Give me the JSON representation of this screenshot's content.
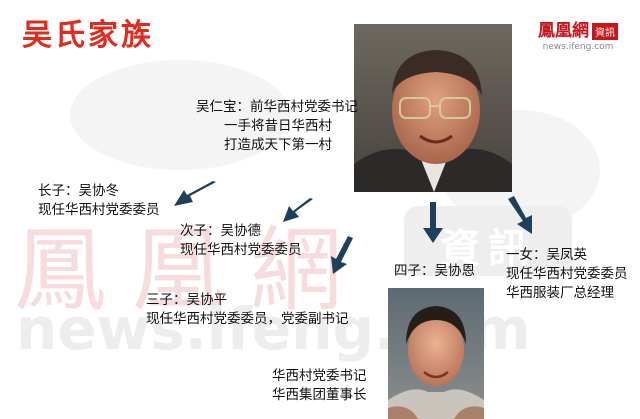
{
  "header": {
    "title": "吴氏家族",
    "brand": {
      "name": "鳳凰網",
      "tag": "資訊",
      "url": "news.ifeng.com"
    }
  },
  "watermark": {
    "logo": "鳳凰網",
    "badge": "資訊",
    "url": "news.ifeng.com"
  },
  "family": {
    "patriarch": {
      "lines": [
        "吴仁宝：前华西村党委书记",
        "一手将昔日华西村",
        "打造成天下第一村"
      ]
    },
    "son1": {
      "lines": [
        "长子：吴协冬",
        "现任华西村党委委员"
      ]
    },
    "son2": {
      "lines": [
        "次子：吴协德",
        "现任华西村党委委员"
      ]
    },
    "son3": {
      "lines": [
        "三子：吴协平",
        "现任华西村党委委员，党委副书记"
      ]
    },
    "son4": {
      "lines": [
        "四子：吴协恩"
      ]
    },
    "daughter": {
      "lines": [
        "一女：吴凤英",
        "现任华西村党委委员",
        "华西服装厂总经理"
      ]
    },
    "son4_role": {
      "lines": [
        "华西村党委书记",
        "华西集团董事长"
      ]
    }
  },
  "colors": {
    "title": "#e22b1d",
    "arrow": "#1f3f5a",
    "text": "#111111",
    "brand": "#c8161d"
  }
}
